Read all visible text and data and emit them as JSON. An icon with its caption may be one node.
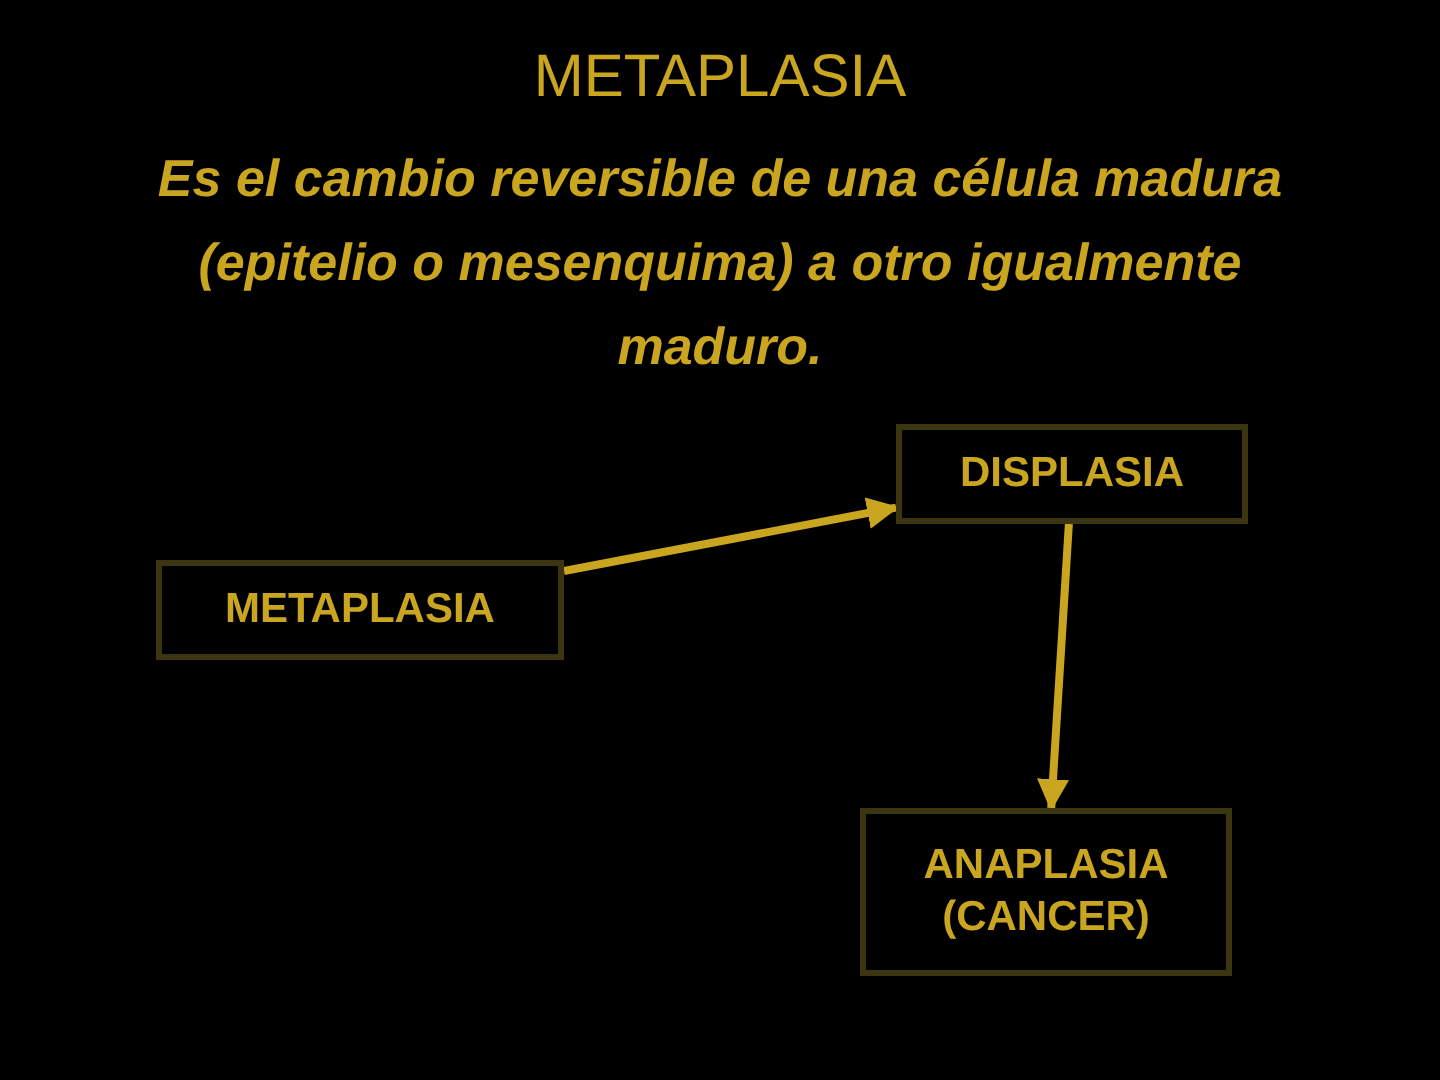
{
  "diagram": {
    "title": "METAPLASIA",
    "nodes": [
      {
        "text": [
          "METAPLASIA"
        ]
      },
      {
        "text": [
          "DISPLASIA"
        ]
      },
      {
        "text": [
          "ANAPLASIA (CANCER)"
        ]
      }
    ],
    "edges": [
      {
        "from": 0,
        "to": 1,
        "arrow": "to"
      },
      {
        "from": 1,
        "to": 2,
        "arrow": "to"
      }
    ],
    "labels": [
      "Es el cambio reversible de una célula madura  (epitelio o mesenquima) a  otro igualmente maduro."
    ]
  }
}
